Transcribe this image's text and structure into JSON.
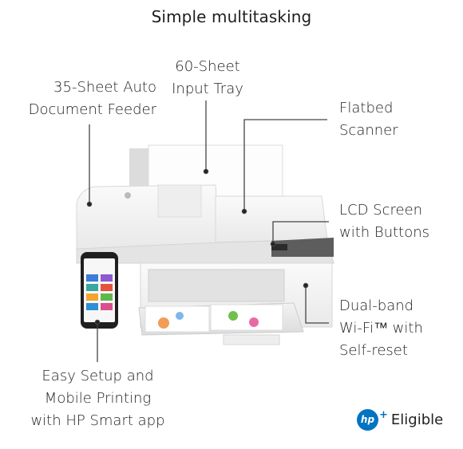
{
  "title": "Simple multitasking",
  "callouts": {
    "adf": [
      "35-Sheet Auto",
      "Document Feeder"
    ],
    "tray": [
      "60-Sheet",
      "Input Tray"
    ],
    "scanner": [
      "Flatbed",
      "Scanner"
    ],
    "lcd": [
      "LCD Screen",
      "with Buttons"
    ],
    "wifi": [
      "Dual-band",
      "Wi-Fi™ with",
      "Self-reset"
    ],
    "app": [
      "Easy Setup and",
      "Mobile Printing",
      "with HP Smart app"
    ]
  },
  "badge": {
    "logo": "hp",
    "plus": "+",
    "text": "Eligible"
  },
  "colors": {
    "hp_blue": "#0073c2",
    "printer_body": "#f4f4f4",
    "lcd_dark": "#5d5d5d"
  }
}
